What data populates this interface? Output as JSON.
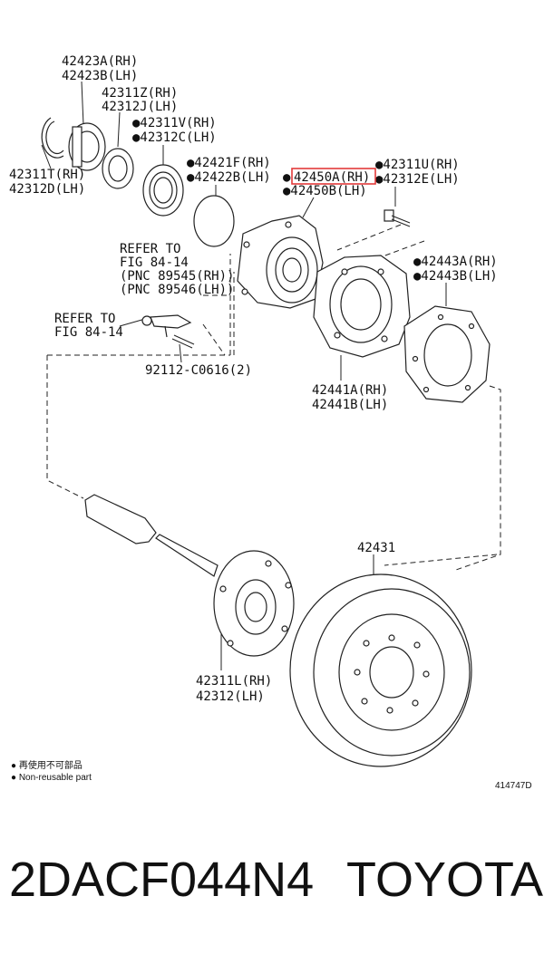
{
  "labels": {
    "p42423": "42423A(RH)",
    "p42423b": "42423B(LH)",
    "p42311z": "42311Z(RH)",
    "p42312j": "42312J(LH)",
    "p42311v": "●42311V(RH)",
    "p42312c": "●42312C(LH)",
    "p42311t": "42311T(RH)",
    "p42312d": "42312D(LH)",
    "p42421f": "●42421F(RH)",
    "p42422b": "●42422B(LH)",
    "p42450a": "42450A(RH)",
    "p42450a_dot": "●",
    "p42450b": "●42450B(LH)",
    "p42311u": "●42311U(RH)",
    "p42312e": "●42312E(LH)",
    "refer1_a": "REFER TO",
    "refer1_b": "FIG 84-14",
    "refer1_c": "(PNC 89545(RH))",
    "refer1_d": "(PNC 89546(LH))",
    "p42443a": "●42443A(RH)",
    "p42443b": "●42443B(LH)",
    "refer2_a": "REFER TO",
    "refer2_b": "FIG 84-14",
    "p92112": "92112-C0616(2)",
    "p42441a": "42441A(RH)",
    "p42441b": "42441B(LH)",
    "p42431": "42431",
    "p42311l": "42311L(RH)",
    "p42312": "42312(LH)"
  },
  "legend": {
    "line1": "● 再使用不可部品",
    "line2": "● Non-reusable part"
  },
  "figure_id": "414747D",
  "caption": {
    "part_number": "2DACF044N4",
    "brand": "TOYOTA"
  },
  "colors": {
    "highlight": "#e23a3a",
    "ink": "#111111",
    "background": "#ffffff"
  }
}
